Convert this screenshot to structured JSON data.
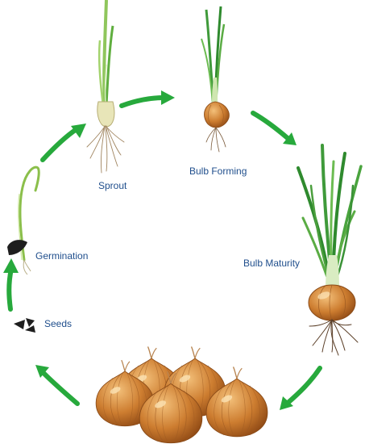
{
  "stages": {
    "sprout": "Sprout",
    "bulb_forming": "Bulb Forming",
    "bulb_maturity": "Bulb Maturity",
    "germination": "Germination",
    "seeds": "Seeds"
  },
  "colors": {
    "arrow": "#27a93c",
    "label": "#1f4e8c",
    "leaf": "#3f9a3a",
    "onion_skin": "#c8792c",
    "seed": "#1e1e1e"
  }
}
